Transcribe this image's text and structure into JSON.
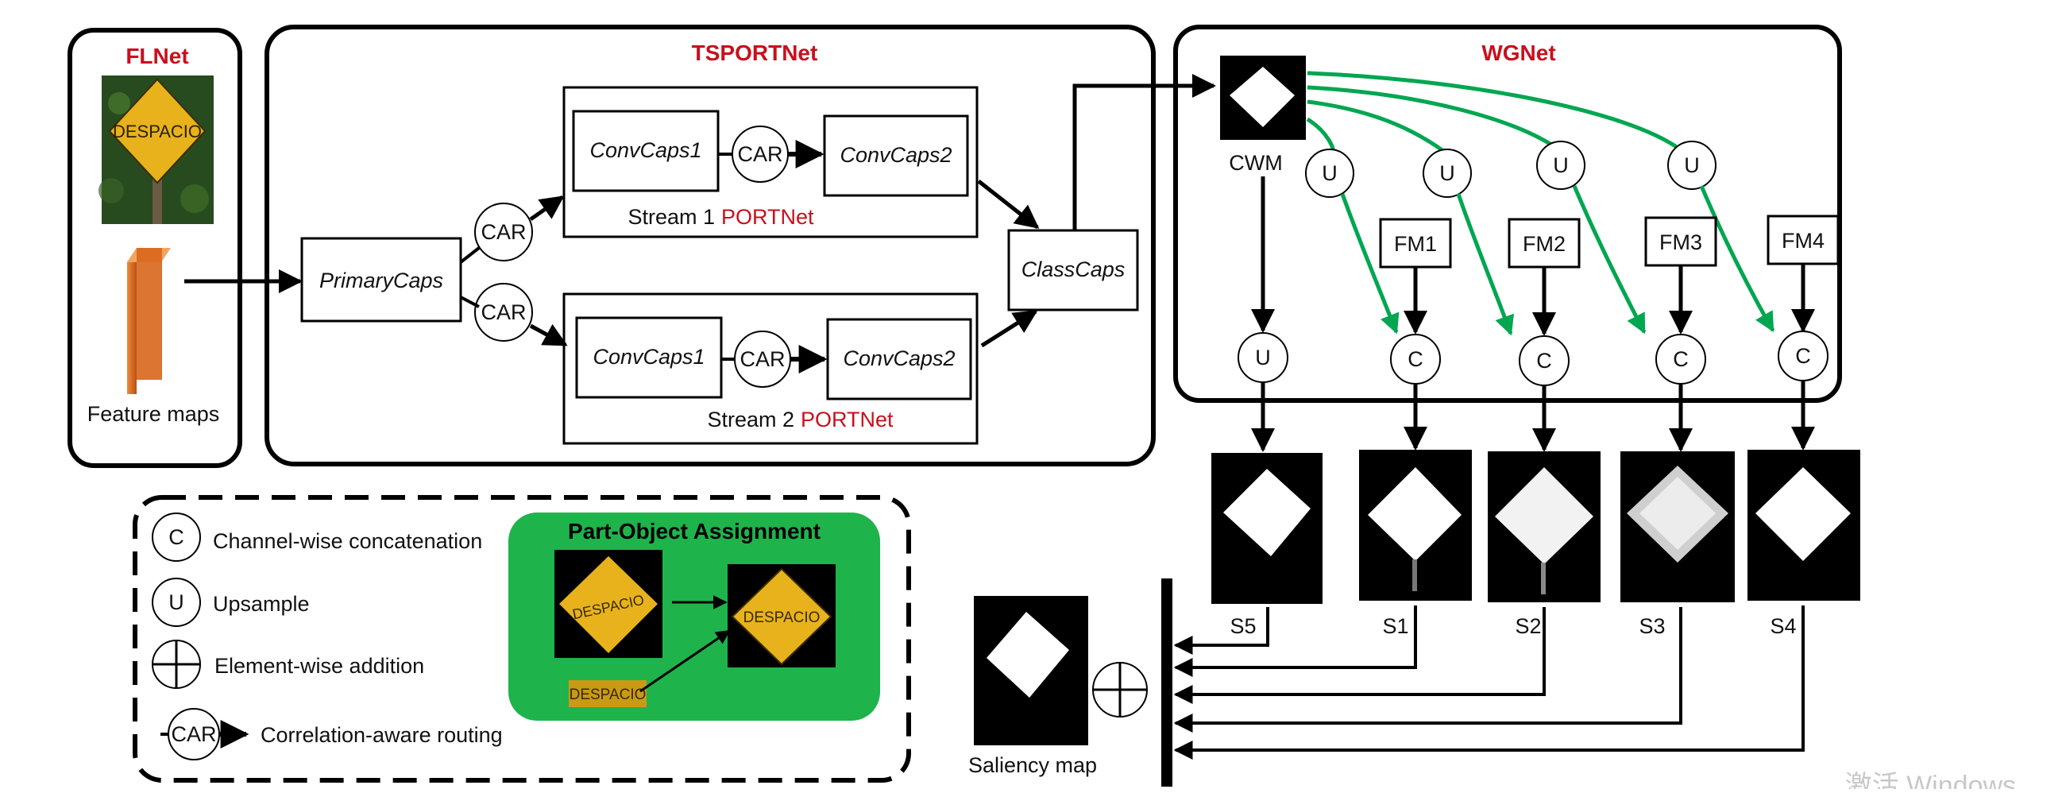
{
  "colors": {
    "red": "#c8101d",
    "green": "#00a650",
    "green_box": "#1fb34b",
    "sign_yellow": "#e7b21c",
    "feature_orange": "#d9661c"
  },
  "flnet": {
    "title": "FLNet",
    "feature_label": "Feature maps",
    "sign_text": "DESPACIO"
  },
  "tsport": {
    "title": "TSPORTNet",
    "primary": "PrimaryCaps",
    "classcaps": "ClassCaps",
    "car_top": "CAR",
    "car_bottom": "CAR",
    "stream1": {
      "conv1": "ConvCaps1",
      "car": "CAR",
      "conv2": "ConvCaps2",
      "caption": "Stream 1",
      "caption_red": "PORTNet"
    },
    "stream2": {
      "conv1": "ConvCaps1",
      "car": "CAR",
      "conv2": "ConvCaps2",
      "caption": "Stream 2",
      "caption_red": "PORTNet"
    }
  },
  "wgnet": {
    "title": "WGNet",
    "cwm": "CWM",
    "up": [
      "U",
      "U",
      "U",
      "U"
    ],
    "fm": [
      "FM1",
      "FM2",
      "FM3",
      "FM4"
    ],
    "concat": [
      "C",
      "C",
      "C",
      "C"
    ],
    "cwm_up": "U"
  },
  "outputs": {
    "labels": [
      "S5",
      "S1",
      "S2",
      "S3",
      "S4"
    ],
    "saliency_label": "Saliency map"
  },
  "legend": {
    "c_symbol": "C",
    "c_text": "Channel-wise concatenation",
    "u_symbol": "U",
    "u_text": "Upsample",
    "plus_text": "Element-wise addition",
    "car_symbol": "CAR",
    "car_text": "Correlation-aware routing"
  },
  "part_object": {
    "title": "Part-Object Assignment",
    "sign_text": "DESPACIO"
  },
  "watermark": "激活 Windows"
}
